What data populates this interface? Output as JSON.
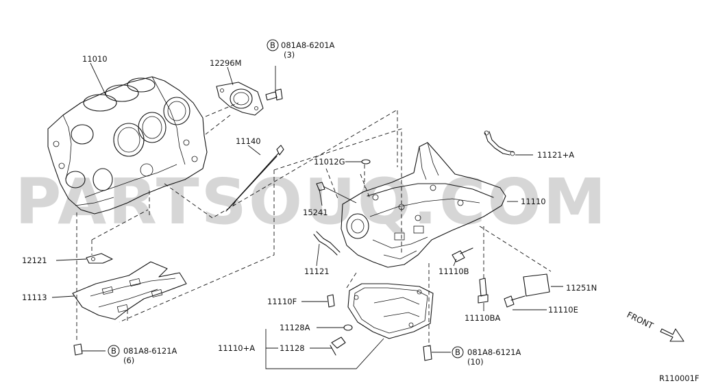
{
  "watermark": "PARTSOUQ.COM",
  "diagram_code": "R110001F",
  "front_label": "FRONT",
  "bolt_marker": "B",
  "labels": {
    "p11010": "11010",
    "p12296m": "12296M",
    "b_top": "081A8-6201A",
    "b_top_qty": "(3)",
    "p11140": "11140",
    "p11012g": "11012G",
    "p15241": "15241",
    "p11110": "11110",
    "p11121a": "11121+A",
    "p12121": "12121",
    "p11113": "11113",
    "p11121": "11121",
    "p11110b": "11110B",
    "p11251n": "11251N",
    "p11110f": "11110F",
    "p11110ba": "11110BA",
    "p11110e": "11110E",
    "p11128a": "11128A",
    "p11110a": "11110+A",
    "p11128": "11128",
    "b_left": "081A8-6121A",
    "b_left_qty": "(6)",
    "b_right": "081A8-6121A",
    "b_right_qty": "(10)"
  }
}
